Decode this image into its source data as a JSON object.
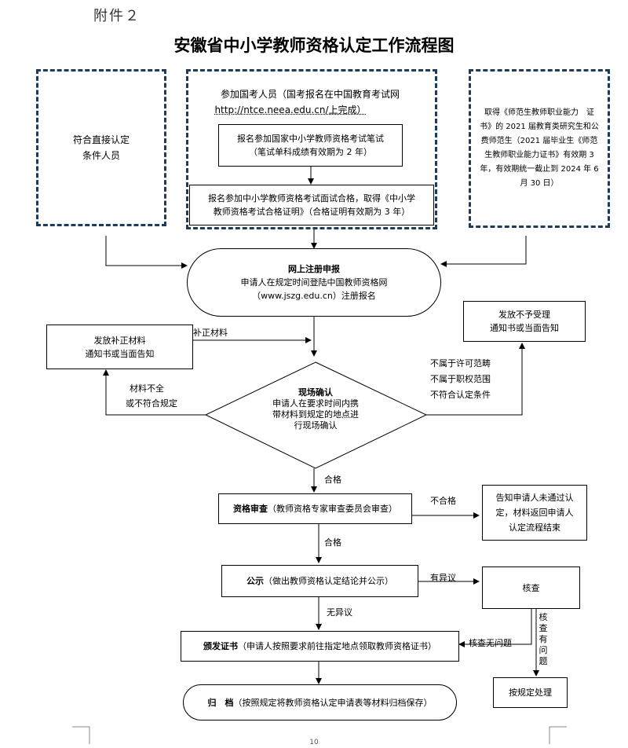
{
  "header": {
    "attachment": "附件２",
    "title": "安徽省中小学教师资格认定工作流程图"
  },
  "left_box": {
    "lines": [
      "符合直接认定",
      "条件人员"
    ]
  },
  "exam_box": {
    "intro": [
      "参加国考人员（国考报名在中国教育考试网",
      "http://ntce.neea.edu.cn/上完成）"
    ],
    "written": [
      "报名参加国家中小学教师资格考试笔试",
      "（笔试单科成绩有效期为 2 年）"
    ],
    "interview": [
      "报名参加中小学教师资格考试面试合格，取得《中小学",
      "教师资格考试合格证明》（合格证明有效期为 3 年）"
    ]
  },
  "right_box": {
    "lines": [
      "取得《师范生教师职业能力　证",
      "书》的 2021 届教育类研究生和公",
      "费师范生（2021 届毕业生《师范",
      "生教师职业能力证书》有效期 3",
      "年，有效期统一截止到 2024 年 6",
      "月 30 日）"
    ]
  },
  "register": {
    "title": "网上注册申报",
    "lines": [
      "申请人在规定时间登陆中国教师资格网",
      "（www.jszg.edu.cn）注册报名"
    ]
  },
  "supplement_box": {
    "lines": [
      "发放补正材料",
      "通知书或当面告知"
    ]
  },
  "supplement_label": "补正材料",
  "incomplete_label": [
    "材料不全",
    "或不符合规定"
  ],
  "reject_box": {
    "lines": [
      "发放不予受理",
      "通知书或当面告知"
    ]
  },
  "reject_reasons": [
    "不属于许可范畴",
    "不属于职权范围",
    "不符合认定条件"
  ],
  "onsite": {
    "title": "现场确认",
    "lines": [
      "申请人在要求时间内携",
      "带材料到规定的地点进",
      "行现场确认"
    ]
  },
  "pass1": "合格",
  "review": {
    "title": "资格审查",
    "desc": "（教师资格专家审查委员会审查）"
  },
  "fail_label": "不合格",
  "notify_fail": {
    "lines": [
      "告知申请人未通过认",
      "定，材料返回申请人",
      "认定流程结束"
    ]
  },
  "pass2": "合格",
  "publicity": {
    "title": "公示",
    "desc": "（做出教师资格认定结论并公示）"
  },
  "objection_label": "有异议",
  "verify_box": "核查",
  "no_objection": "无异议",
  "issue": {
    "title": "颁发证书",
    "desc": "（申请人按照要求前往指定地点领取教师资格证书）"
  },
  "verify_ok": "核查无问题",
  "verify_problem": "核查有问题",
  "handle_box": "按规定处理",
  "archive": {
    "title": "归　档",
    "desc": "（按照规定将教师资格认定申请表等材料归档保存）"
  },
  "page_number": "10"
}
